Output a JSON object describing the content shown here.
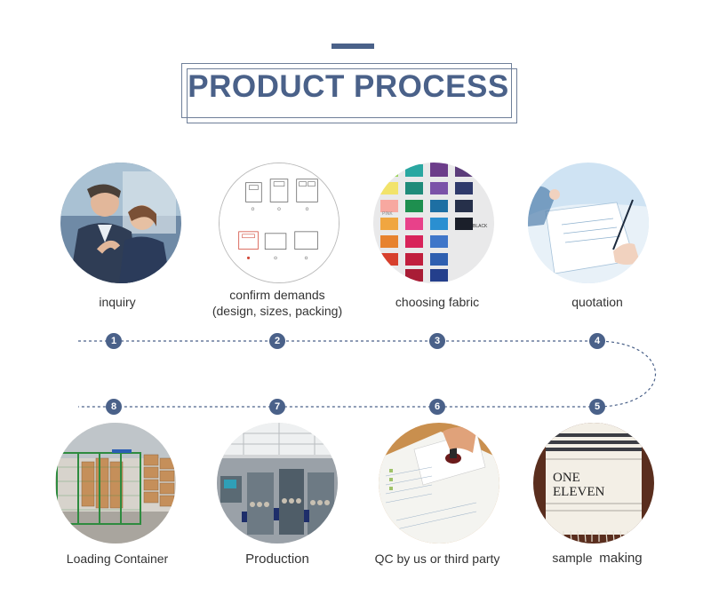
{
  "title": "PRODUCT PROCESS",
  "colors": {
    "accent": "#4a6189",
    "line": "#4a6189"
  },
  "steps": [
    {
      "num": "1",
      "label": "inquiry"
    },
    {
      "num": "2",
      "label_line1": "confirm demands",
      "label_line2": "(design, sizes, packing)"
    },
    {
      "num": "3",
      "label": "choosing fabric"
    },
    {
      "num": "4",
      "label": "quotation"
    },
    {
      "num": "5",
      "label_a": "sample",
      "label_b": "making"
    },
    {
      "num": "6",
      "label": "QC by us or third party"
    },
    {
      "num": "7",
      "label": "Production"
    },
    {
      "num": "8",
      "label": "Loading Container"
    }
  ],
  "towel_text": {
    "line1": "ONE",
    "line2": "ELEVEN"
  },
  "fabric_swatch_labels": [
    "BLACK",
    "PINK"
  ],
  "icons": {
    "step1": "business-people-photo",
    "step2": "bedding-size-diagram-photo",
    "step3": "fabric-color-swatch-photo",
    "step4": "signing-document-photo",
    "step5": "towel-sample-photo",
    "step6": "quality-stamp-photo",
    "step7": "textile-factory-photo",
    "step8": "warehouse-cartons-photo"
  }
}
